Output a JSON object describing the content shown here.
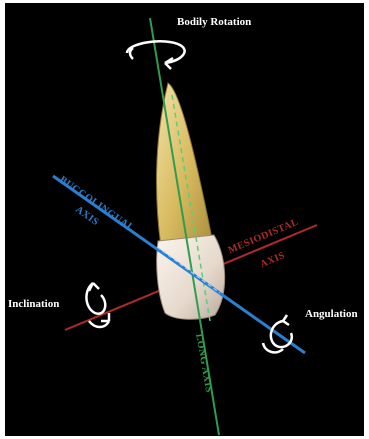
{
  "labels": {
    "bodily_rotation": "Bodily Rotation",
    "buccolingual_axis_1": "BUCCOLINGUAL",
    "buccolingual_axis_2": "AXIS",
    "mesiodistal_axis_1": "MESIODISTAL",
    "mesiodistal_axis_2": "AXIS",
    "inclination": "Inclination",
    "angulation": "Angulation",
    "long_axis": "LONG AXIS"
  },
  "colors": {
    "background": "#000000",
    "long_axis": "#2e9e4e",
    "buccolingual_axis": "#2a7fd0",
    "mesiodistal_axis": "#b02a2a",
    "crown": "#f0e6dc",
    "root": "#d8c07a",
    "arrows": "#ffffff",
    "first_letter_highlight": "#4fb86a"
  },
  "icons": [
    "rotation-arrow-icon"
  ]
}
